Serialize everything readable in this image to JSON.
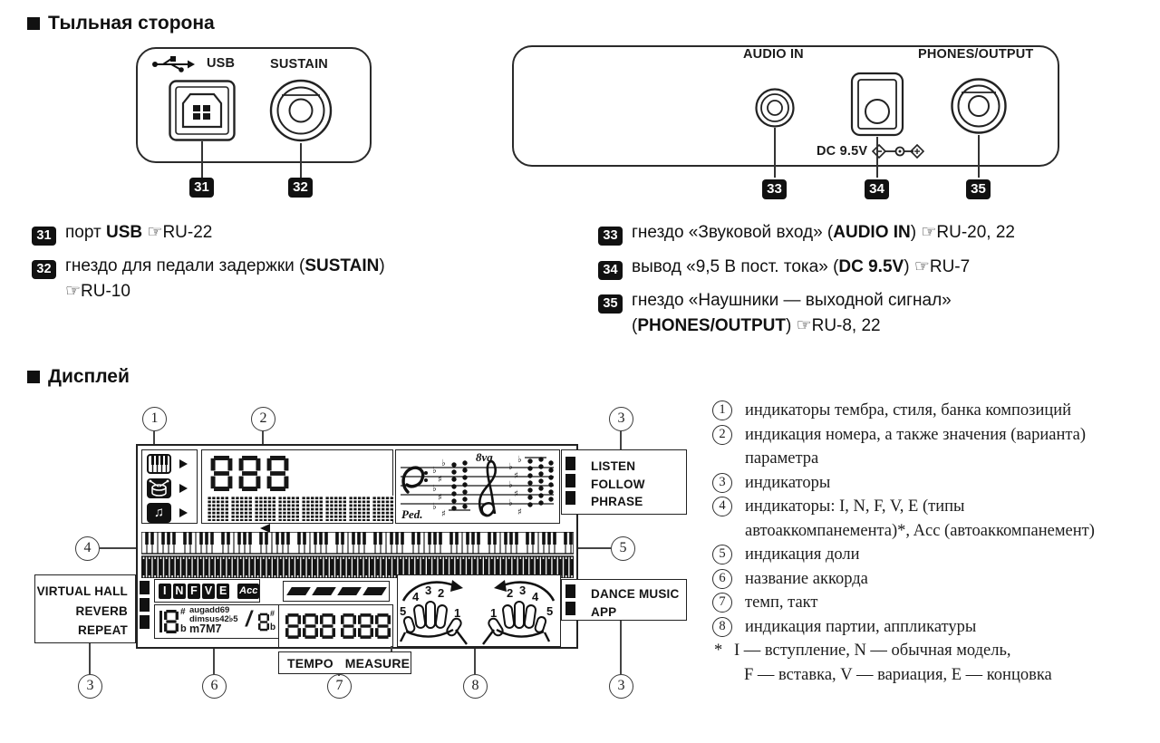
{
  "rear": {
    "heading": "Тыльная сторона",
    "left_panel": {
      "usb_label": "USB",
      "sustain_label": "SUSTAIN",
      "callout_usb": "31",
      "callout_sustain": "32"
    },
    "right_panel": {
      "audio_in_label": "AUDIO IN",
      "dc_label": "DC 9.5V",
      "phones_label": "PHONES/OUTPUT",
      "callout_audio": "33",
      "callout_dc": "34",
      "callout_phones": "35"
    },
    "items": [
      {
        "num": "31",
        "pre": "порт ",
        "bold": "USB",
        "post": " ",
        "ref": "☞RU-22"
      },
      {
        "num": "32",
        "pre": "гнездо для педали задержки (",
        "bold": "SUSTAIN",
        "post": ")",
        "line2": "☞RU-10"
      },
      {
        "num": "33",
        "pre": "гнездо «Звуковой вход» (",
        "bold": "AUDIO IN",
        "post": ") ",
        "ref": "☞RU-20, 22"
      },
      {
        "num": "34",
        "pre": "вывод «9,5 В пост. тока» (",
        "bold": "DC 9.5V",
        "post": ") ",
        "ref": "☞RU-7"
      },
      {
        "num": "35",
        "pre": "гнездо «Наушники — выходной сигнал»",
        "pre2": "(",
        "bold": "PHONES/OUTPUT",
        "post": ") ",
        "ref": "☞RU-8, 22"
      }
    ]
  },
  "display": {
    "heading": "Дисплей",
    "lcd": {
      "big_digits": [
        "8",
        "8",
        "8"
      ],
      "icons": {
        "notes_glyph": "♫"
      },
      "indicators_top_right": [
        "LISTEN",
        "FOLLOW",
        "PHRASE"
      ],
      "indicators_left": [
        "VIRTUAL HALL",
        "REVERB",
        "REPEAT"
      ],
      "indicators_bottom_right": [
        "DANCE MUSIC",
        "APP"
      ],
      "accomp_letters": [
        "I",
        "N",
        "F",
        "V",
        "E"
      ],
      "acc_label": "Acc",
      "chord": {
        "sharp": "#",
        "flat": "b",
        "line1": "augadd69",
        "line2": "dimsus42♭5",
        "line3": "m7M7",
        "slash": "/"
      },
      "tempo_label": "TEMPO",
      "measure_label": "MEASURE",
      "staff": {
        "ottava": "8va",
        "pedal": "Ped."
      },
      "fingers_left": [
        "5",
        "4",
        "3",
        "2",
        "1"
      ],
      "fingers_right": [
        "1",
        "2",
        "3",
        "4",
        "5"
      ]
    },
    "callouts": {
      "c1": "1",
      "c2": "2",
      "c3": "3",
      "c4": "4",
      "c5": "5",
      "c6": "6",
      "c7": "7",
      "c8": "8"
    },
    "descriptions": [
      {
        "num": "1",
        "text": "индикаторы тембра, стиля, банка композиций"
      },
      {
        "num": "2",
        "text": "индикация номера, а также значения (варианта) параметра"
      },
      {
        "num": "3",
        "text": "индикаторы"
      },
      {
        "num": "4",
        "text": "индикаторы: I, N, F, V, E (типы автоаккомпанемента)*, Acc (автоаккомпанемент)"
      },
      {
        "num": "5",
        "text": "индикация доли"
      },
      {
        "num": "6",
        "text": "название аккорда"
      },
      {
        "num": "7",
        "text": "темп, такт"
      },
      {
        "num": "8",
        "text": "индикация партии, аппликатуры"
      }
    ],
    "footnote": {
      "mark": "*",
      "line1": "I — вступление, N — обычная модель,",
      "line2": "F — вставка, V — вариация, E — концовка"
    }
  }
}
